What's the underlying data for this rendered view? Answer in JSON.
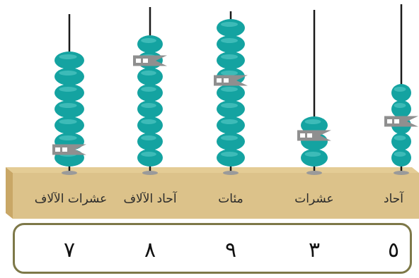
{
  "columns": [
    {
      "label": "عشرات الآلاف",
      "digit": "٧",
      "beads": 7
    },
    {
      "label": "آحاد الآلاف",
      "digit": "٨",
      "beads": 8
    },
    {
      "label": "مئات",
      "digit": "٩",
      "beads": 9
    },
    {
      "label": "عشرات",
      "digit": "٣",
      "beads": 3
    },
    {
      "label": "آحاد",
      "digit": "٥",
      "beads": 5
    }
  ],
  "colors": {
    "bead": "#14a3a1",
    "bead_highlight": "#5fd0cc",
    "rod": "#1a1a1a",
    "base_top": "#e4cc95",
    "base_front": "#dcc28a",
    "base_side": "#c9a766",
    "clip": "#8f8f8f",
    "frame": "#7d7848"
  }
}
